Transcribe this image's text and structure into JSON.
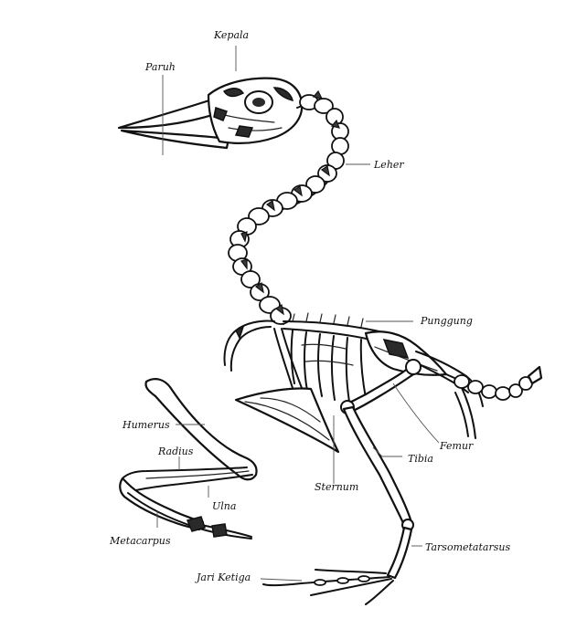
{
  "labels": {
    "kepala": "Kepala",
    "paruh": "Paruh",
    "leher": "Leher",
    "punggung": "Punggung",
    "femur": "Femur",
    "tibia": "Tibia",
    "sternum": "Sternum",
    "humerus": "Humerus",
    "radius": "Radius",
    "ulna": "Ulna",
    "metacarpus": "Metacarpus",
    "tarsometatarsus": "Tarsometatarsus",
    "jari_ketiga": "Jari Ketiga"
  }
}
